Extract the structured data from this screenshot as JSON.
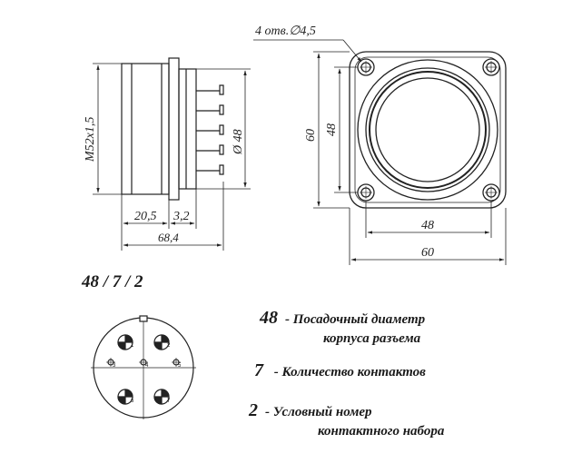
{
  "dimensions": {
    "holes": "4 отв.∅4,5",
    "thread": "M52x1,5",
    "diameter": "Ø 48",
    "len_body": "20,5",
    "len_pins": "3,2",
    "len_total": "68,4",
    "flange_inner_v": "48",
    "flange_outer_v": "60",
    "flange_inner_h": "48",
    "flange_outer_h": "60"
  },
  "code": "48 / 7 / 2",
  "pin_labels": [
    "1",
    "2",
    "3",
    "4",
    "5",
    "6",
    "7"
  ],
  "legend": [
    {
      "num": "48",
      "dash": "-",
      "line1": "Посадочный диаметр",
      "line2": "корпуса разъема"
    },
    {
      "num": "7",
      "dash": "-",
      "line1": "Количество контактов"
    },
    {
      "num": "2",
      "dash": "-",
      "line1": "Условный номер",
      "line2": "контактного набора"
    }
  ]
}
